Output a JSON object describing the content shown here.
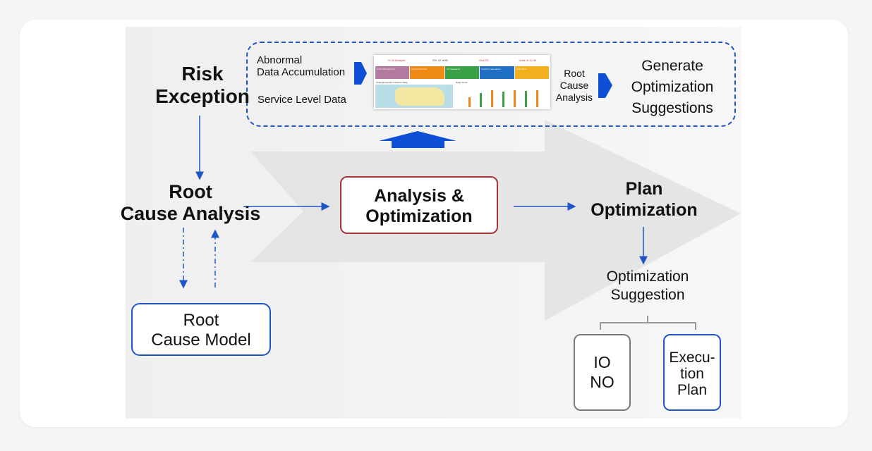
{
  "nodes": {
    "risk_exception": [
      "Risk",
      "Exception"
    ],
    "root_cause_analysis": [
      "Root",
      "Cause Analysis"
    ],
    "analysis_optimization": [
      "Analysis &",
      "Optimization"
    ],
    "plan_optimization": [
      "Plan",
      "Optimization"
    ],
    "root_cause_model": [
      "Root",
      "Cause Model"
    ],
    "optimization_suggestion": [
      "Optimization",
      "Suggestion"
    ],
    "io_no": [
      "IO",
      "NO"
    ],
    "execution_plan": [
      "Execu-",
      "tion",
      "Plan"
    ]
  },
  "top_flow": {
    "abnormal_data": [
      "Abnormal",
      "Data Accumulation"
    ],
    "service_level_data": "Service Level Data",
    "root_cause_analysis": [
      "Root",
      "Cause",
      "Analysis"
    ],
    "generate_suggestions": [
      "Generate",
      "Optimization",
      "Suggestions"
    ]
  },
  "dashboard": {
    "headers": [
      "% Of Delayed",
      "PO: 47 #OD",
      "Ord PO",
      "Units of 12.4K"
    ],
    "tiles": [
      "Order Management",
      "Control Services",
      "Air Operations",
      "Inventory Operations",
      "Real-Time"
    ],
    "panels": [
      "Changeboxes By Customer State",
      "Delay Trend"
    ]
  },
  "colors": {
    "accent_blue": "#1f55c6",
    "analysis_border": "#a8323c",
    "model_border": "#1f55c6",
    "io_border": "#7a7a7a",
    "exec_border": "#1f55c6",
    "tile_colors": [
      "#b27a9f",
      "#ef8a17",
      "#3aa146",
      "#1f6fc2",
      "#f2b01e"
    ]
  }
}
